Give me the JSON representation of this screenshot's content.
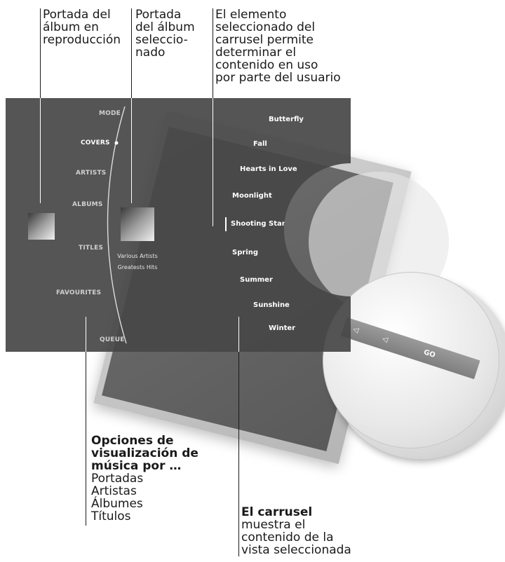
{
  "callouts": {
    "now_playing": "Portada del\nálbum en\nreproducción",
    "selected_album": "Portada\ndel álbum\nseleccio-\nnado",
    "carousel_item": "El elemento\nseleccionado del\ncarrusel permite\ndeterminar el\ncontenido en uso\npor parte del usuario",
    "view_options_title": "Opciones de\nvisualización de\nmúsica por …",
    "view_options_list": "Portadas\nArtistas\nÁlbumes\nTítulos",
    "carousel_title": "El carrusel",
    "carousel_desc": "muestra el\ncontenido de la\nvista seleccionada"
  },
  "menu": {
    "mode": "MODE",
    "covers": "COVERS",
    "artists": "ARTISTS",
    "albums": "ALBUMS",
    "titles": "TITLES",
    "favourites": "FAVOURITES",
    "queue": "QUEUE"
  },
  "album_info": {
    "artist": "Various Artists",
    "album": "Greatests Hits"
  },
  "carousel": {
    "selected": "Shooting Stars",
    "items": [
      "Butterfly",
      "Fall",
      "Hearts in Love",
      "Moonlight",
      "Shooting Stars",
      "Spring",
      "Summer",
      "Sunshine",
      "Winter"
    ]
  },
  "wheel": {
    "go_label": "GO",
    "left_icon": "speaker-icon",
    "right_icon": "speaker-loud-icon"
  },
  "colors": {
    "screen": "#464646",
    "text": "#ffffff",
    "callout_text": "#1a1a1a"
  }
}
